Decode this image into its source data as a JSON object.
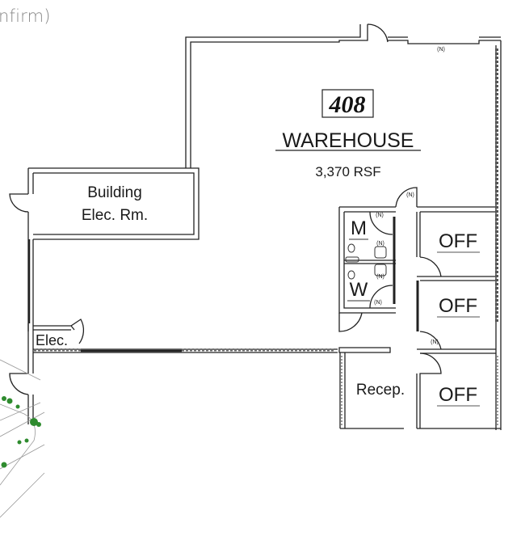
{
  "header": {
    "note_text": "nfirm)"
  },
  "plan": {
    "unit_number": "408",
    "space_name": "WAREHOUSE",
    "area": "3,370 RSF",
    "rooms": [
      {
        "id": "building-elec",
        "line1": "Building",
        "line2": "Elec. Rm."
      },
      {
        "id": "elec",
        "label": "Elec."
      },
      {
        "id": "mens",
        "label": "M"
      },
      {
        "id": "womens",
        "label": "W"
      },
      {
        "id": "office-1",
        "label": "OFF"
      },
      {
        "id": "office-2",
        "label": "OFF"
      },
      {
        "id": "office-3",
        "label": "OFF"
      },
      {
        "id": "reception",
        "label": "Recep."
      }
    ],
    "new_marker": "(N)",
    "colors": {
      "wall": "#222222",
      "landscape_tree": "#2e8b2e",
      "note_text": "#8a8a8a"
    }
  }
}
